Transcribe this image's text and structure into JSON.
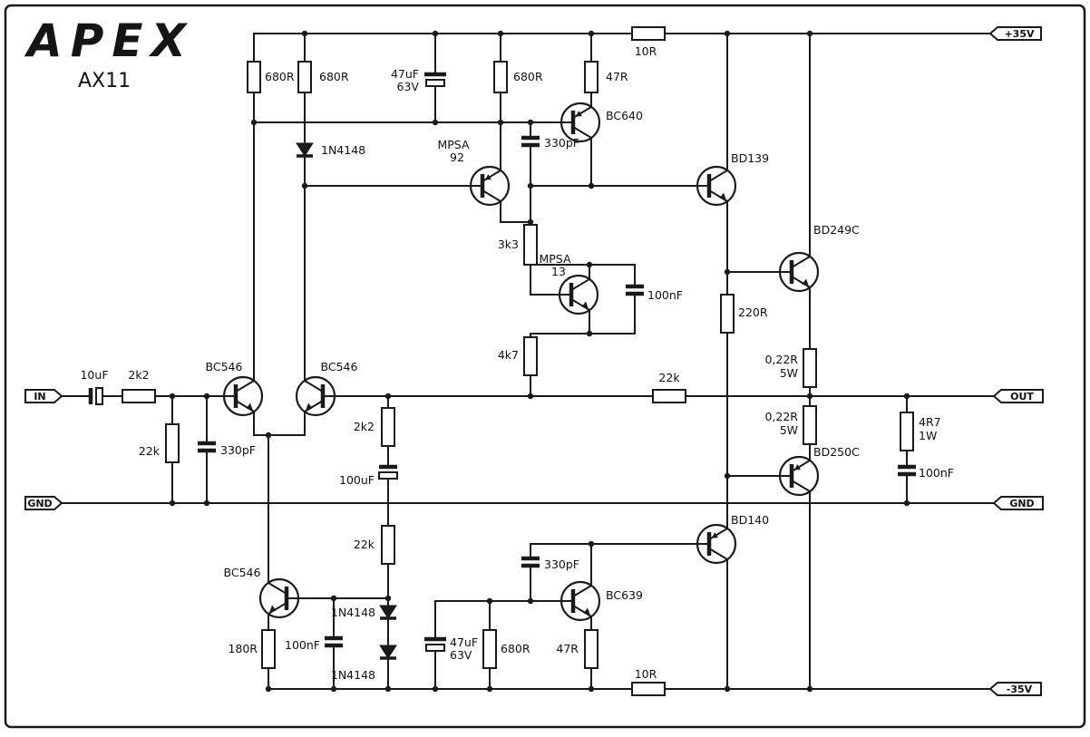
{
  "logo": {
    "brand": "APEX",
    "model": "AX11"
  },
  "terminals": {
    "input": "IN",
    "ground_left": "GND",
    "output": "OUT",
    "ground_right": "GND",
    "rail_positive": "+35V",
    "rail_negative": "-35V"
  },
  "components": {
    "r680_top1": "680R",
    "r680_top2": "680R",
    "c47u_top": {
      "value": "47uF",
      "rating": "63V"
    },
    "r680_top3": "680R",
    "r47_top": "47R",
    "r10_top": "10R",
    "d1_top": "1N4148",
    "q_mpsa92": {
      "line1": "MPSA",
      "line2": "92"
    },
    "q_bc640": "BC640",
    "c330p_top": "330pF",
    "r3k3": "3k3",
    "q_mpsa13": {
      "line1": "MPSA",
      "line2": "13"
    },
    "c100n_bias": "100nF",
    "r4k7": "4k7",
    "q_bd139": "BD139",
    "q_bd249c": "BD249C",
    "r220": "220R",
    "r022_1": {
      "value": "0,22R",
      "rating": "5W"
    },
    "r022_2": {
      "value": "0,22R",
      "rating": "5W"
    },
    "r22k_fb": "22k",
    "q_bd250c": "BD250C",
    "q_bd140": "BD140",
    "c330p_bot": "330pF",
    "q_bc639": "BC639",
    "r680_bot": "680R",
    "r47_bot": "47R",
    "c47u_bot": {
      "value": "47uF",
      "rating": "63V"
    },
    "r10_bot": "10R",
    "r4r7": {
      "value": "4R7",
      "rating": "1W"
    },
    "c100n_zobel": "100nF",
    "c10u_in": "10uF",
    "r2k2_in": "2k2",
    "r22k_in": "22k",
    "c330p_in": "330pF",
    "q1_bc546": "BC546",
    "q2_bc546": "BC546",
    "q3_bc546": "BC546",
    "r2k2_fb": "2k2",
    "c100u_fb": "100uF",
    "r22k_bias": "22k",
    "d2_bot": "1N4148",
    "d3_bot": "1N4148",
    "r180": "180R",
    "c100n_q3": "100nF"
  }
}
